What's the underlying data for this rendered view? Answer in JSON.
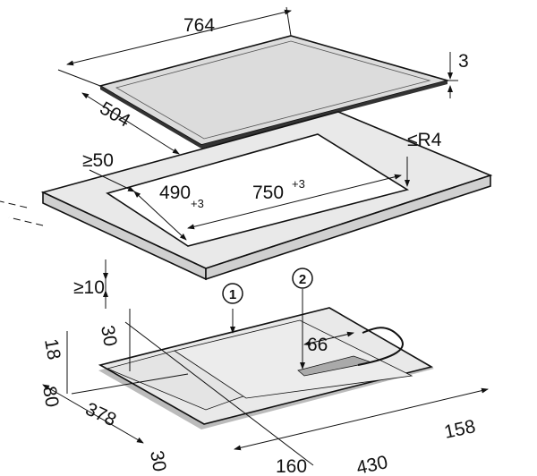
{
  "title": "Cooktop installation dimensions",
  "dimensions": {
    "width": "764",
    "thickness": "3",
    "depth": "504",
    "radius": "≤R4",
    "min_back": "≥50",
    "cutout_depth": "490",
    "cutout_depth_tol": "+3",
    "cutout_width": "750",
    "cutout_width_tol": "+3",
    "min_gap": "≥10",
    "box_height": "30",
    "box_offset": "18",
    "box_66": "66",
    "box_80": "80",
    "box_378": "378",
    "box_30": "30",
    "box_160": "160",
    "box_430": "430",
    "box_158": "158"
  },
  "callouts": [
    "1",
    "2"
  ],
  "colors": {
    "surface": "#e9e9e9",
    "edge": "#111111",
    "cooktop": "#dcdcdc"
  }
}
